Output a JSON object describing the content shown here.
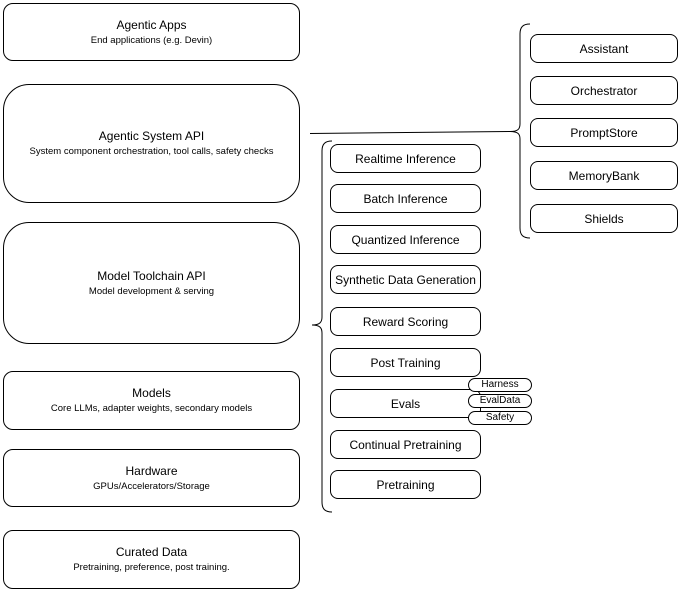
{
  "diagram": {
    "stack": [
      {
        "title": "Agentic Apps",
        "subtitle": "End applications (e.g. Devin)"
      },
      {
        "title": "Agentic System API",
        "subtitle": "System component orchestration, tool calls, safety checks"
      },
      {
        "title": "Model Toolchain API",
        "subtitle": "Model development & serving"
      },
      {
        "title": "Models",
        "subtitle": "Core LLMs, adapter weights, secondary models"
      },
      {
        "title": "Hardware",
        "subtitle": "GPUs/Accelerators/Storage"
      },
      {
        "title": "Curated Data",
        "subtitle": "Pretraining, preference, post training."
      }
    ],
    "toolchain": {
      "boxes": [
        "Realtime Inference",
        "Batch Inference",
        "Quantized Inference",
        "Synthetic Data Generation",
        "Reward Scoring",
        "Post Training",
        "Evals",
        "Continual Pretraining",
        "Pretraining"
      ],
      "evals_tags": [
        "Harness",
        "EvalData",
        "Safety"
      ]
    },
    "system_components": {
      "boxes": [
        "Assistant",
        "Orchestrator",
        "PromptStore",
        "MemoryBank",
        "Shields"
      ]
    },
    "colors": {
      "stroke": "#000000",
      "fill": "#ffffff",
      "text": "#000000"
    }
  }
}
